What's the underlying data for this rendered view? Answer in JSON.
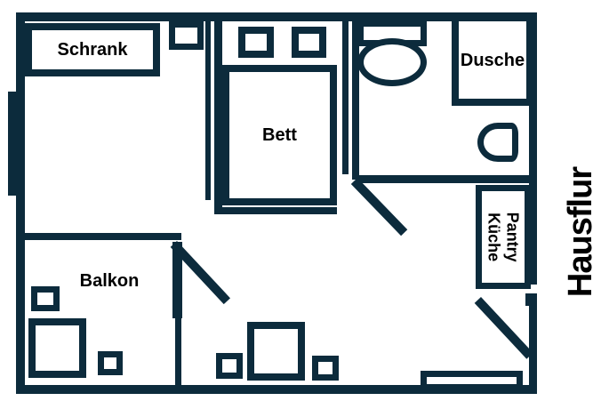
{
  "colors": {
    "wall": "#0c2b3c",
    "label": "#000000",
    "background": "#ffffff"
  },
  "labels": {
    "wardrobe": "Schrank",
    "bed": "Bett",
    "shower": "Dusche",
    "balcony": "Balkon",
    "kitchen_line1": "Pantry",
    "kitchen_line2": "Küche",
    "hallway": "Hausflur"
  }
}
